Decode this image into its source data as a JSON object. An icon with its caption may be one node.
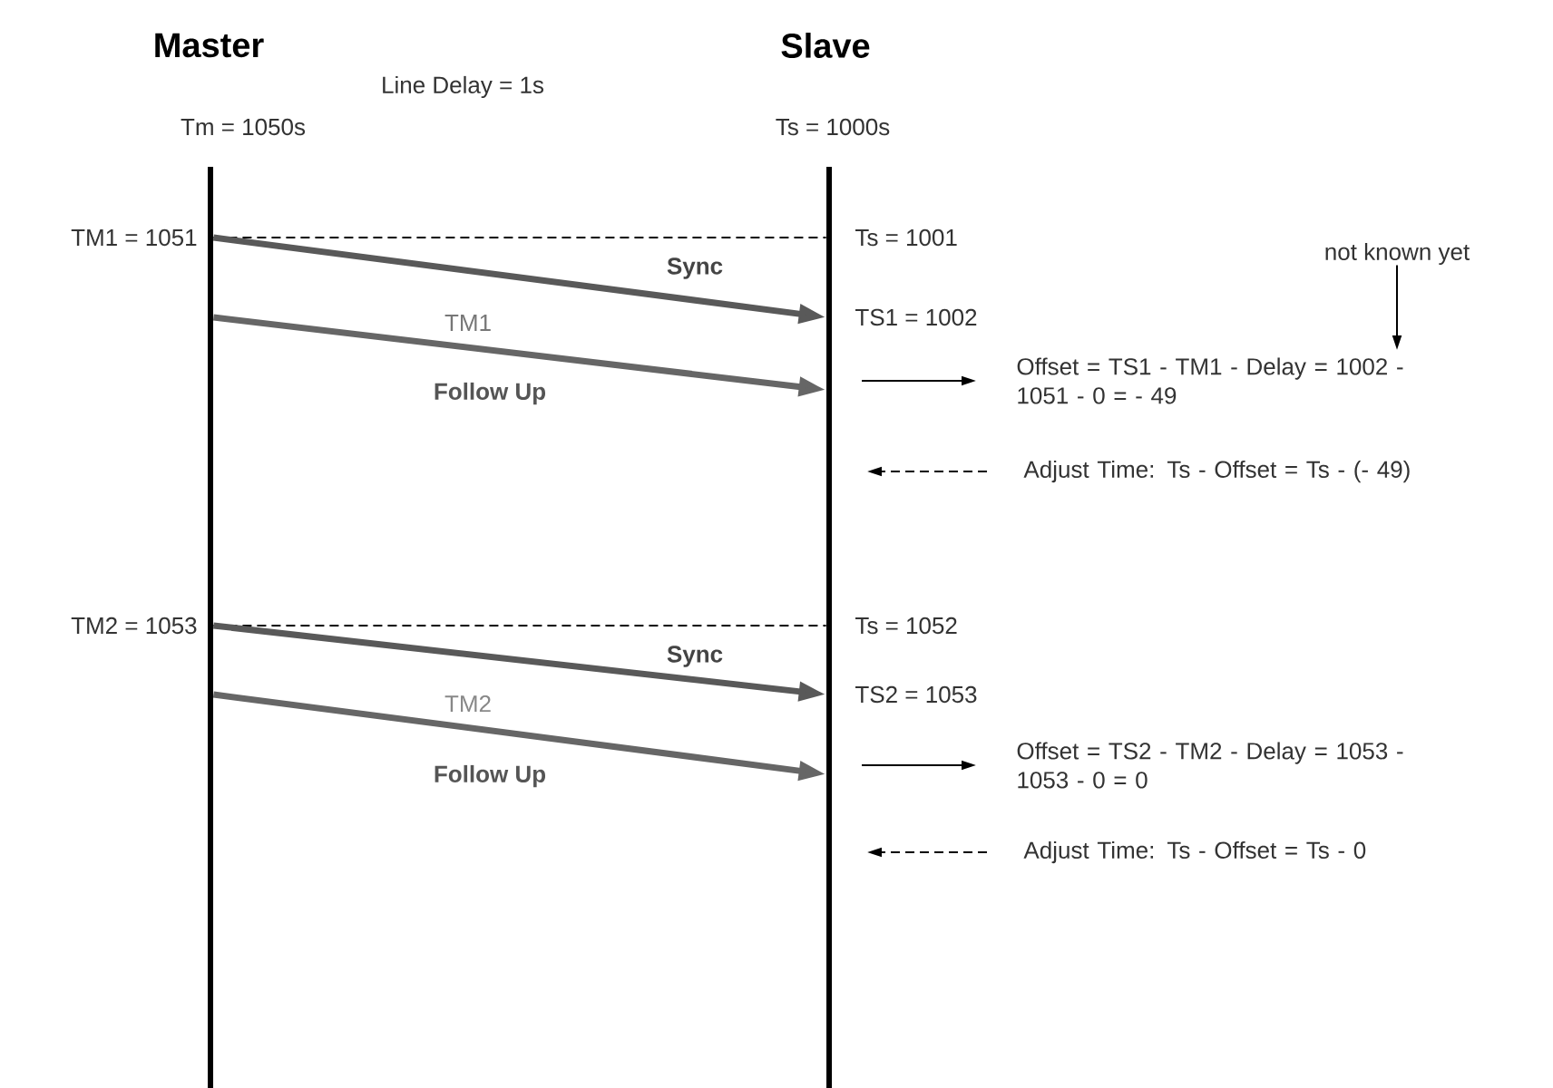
{
  "diagram": {
    "nodes": [
      {
        "text": [],
        "shape": "bar"
      },
      {
        "text": [],
        "shape": "bar"
      },
      {
        "text": [
          "not known yet"
        ]
      },
      {
        "text": [
          "Offset = TS1 - TM1 - Delay = 1002 - 1051 - 0 = - 49"
        ]
      },
      {
        "text": [
          "Adjust Time: Ts - Offset = Ts - (- 49)"
        ]
      },
      {
        "text": [
          "Offset = TS2 - TM2 - Delay = 1053 - 1053 - 0 = 0"
        ]
      },
      {
        "text": [
          "Adjust Time: Ts - Offset  = Ts - 0"
        ]
      }
    ],
    "edges": [
      {
        "from": 0,
        "to": 1,
        "arrow": "none",
        "style": "dashed"
      },
      {
        "from": 0,
        "to": 1,
        "arrow": "to",
        "label": "Sync",
        "style": "thick",
        "color": "#595959"
      },
      {
        "from": 0,
        "to": 1,
        "arrow": "to",
        "label": "Follow Up",
        "style": "thick",
        "color": "#666666"
      },
      {
        "from": 2,
        "to": 3,
        "arrow": "to"
      },
      {
        "from": null,
        "to": 3,
        "arrow": "to"
      },
      {
        "from": 4,
        "to": null,
        "arrow": "to",
        "style": "dashed"
      },
      {
        "from": 0,
        "to": 1,
        "arrow": "none",
        "style": "dashed"
      },
      {
        "from": 0,
        "to": 1,
        "arrow": "to",
        "label": "Sync",
        "style": "thick",
        "color": "#595959"
      },
      {
        "from": 0,
        "to": 1,
        "arrow": "to",
        "label": "Follow Up",
        "style": "thick",
        "color": "#666666"
      },
      {
        "from": null,
        "to": 5,
        "arrow": "to"
      },
      {
        "from": 6,
        "to": null,
        "arrow": "to",
        "style": "dashed"
      }
    ],
    "labels": [
      "Master",
      "Slave",
      "Line Delay = 1s",
      "Tm = 1050s",
      "Ts = 1000s",
      "TM1 = 1051",
      "Ts = 1001",
      "TM1",
      "TS1 = 1002",
      "TM2 = 1053",
      "Ts = 1052",
      "TM2",
      "TS2 = 1053"
    ]
  }
}
